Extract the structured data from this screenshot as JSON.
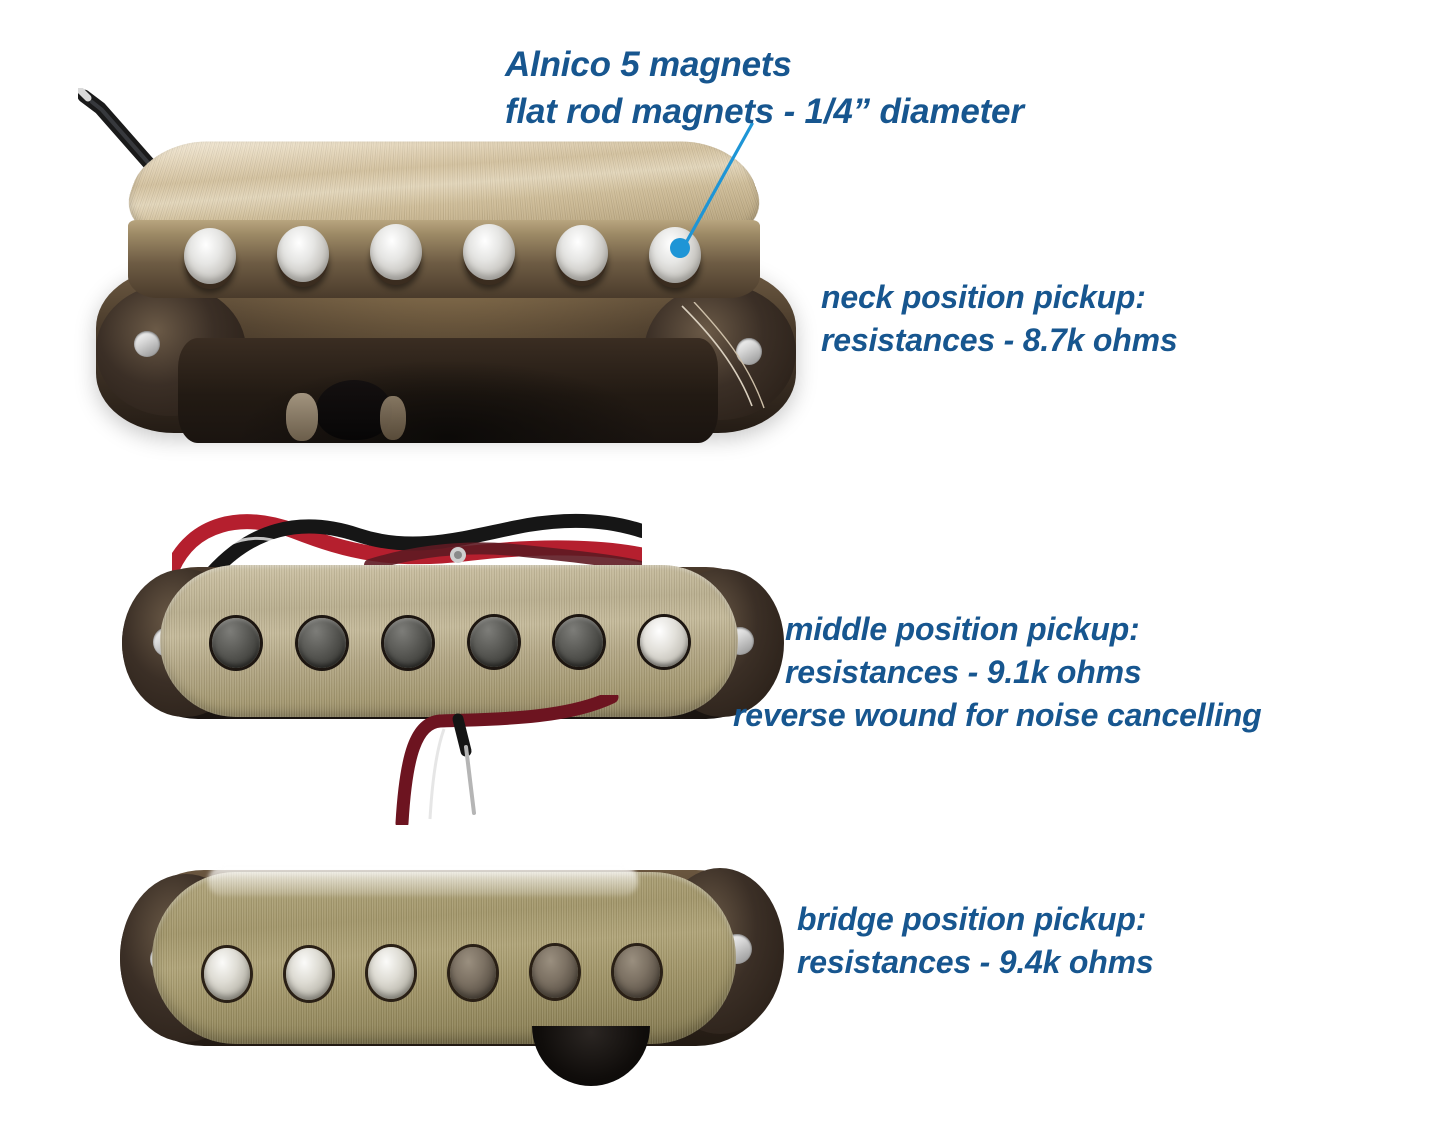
{
  "theme": {
    "background": "#ffffff",
    "text_color": "#17568f",
    "callout_color": "#1e95d6",
    "cover_neck": "#e6d8bd",
    "cover_middle": "#c4b999",
    "cover_bridge": "#a89c70",
    "wire_red": "#b51f2e",
    "wire_black": "#141414"
  },
  "annotations": {
    "magnets": {
      "line1": "Alnico 5 magnets",
      "line2": "flat rod magnets - 1/4” diameter"
    },
    "neck": {
      "line1": "neck position pickup:",
      "line2": "resistances - 8.7k ohms"
    },
    "middle": {
      "line1": "middle position pickup:",
      "line2": "resistances - 9.1k ohms",
      "line3": "reverse wound for noise cancelling"
    },
    "bridge": {
      "line1": "bridge position pickup:",
      "line2": "resistances - 9.4k ohms"
    }
  },
  "pickups": [
    {
      "id": "neck",
      "position": "neck",
      "resistance": "8.7k ohms",
      "magnet_type": "Alnico 5",
      "magnet_shape": "flat rod",
      "magnet_diameter": "1/4”",
      "pole_count": 6,
      "pole_color": "silver",
      "cover_finish": "aged brushed brass",
      "view": "three-quarter perspective",
      "wires_visible": [
        "black"
      ],
      "reverse_wound": false
    },
    {
      "id": "middle",
      "position": "middle",
      "resistance": "9.1k ohms",
      "magnet_type": "Alnico 5",
      "magnet_shape": "flat rod",
      "magnet_diameter": "1/4”",
      "pole_count": 6,
      "pole_color": "dark charcoal",
      "cover_finish": "aged brushed brass",
      "view": "front",
      "wires_visible": [
        "red",
        "black"
      ],
      "reverse_wound": true
    },
    {
      "id": "bridge",
      "position": "bridge",
      "resistance": "9.4k ohms",
      "magnet_type": "Alnico 5",
      "magnet_shape": "flat rod",
      "magnet_diameter": "1/4”",
      "pole_count": 6,
      "pole_color": "silver",
      "cover_finish": "aged brushed bronze",
      "view": "slightly angled front",
      "wires_visible": [
        "black"
      ],
      "reverse_wound": false
    }
  ],
  "callout": {
    "target_pickup": "neck",
    "target_part": "pole-piece-6",
    "label": "Alnico 5 magnets"
  }
}
